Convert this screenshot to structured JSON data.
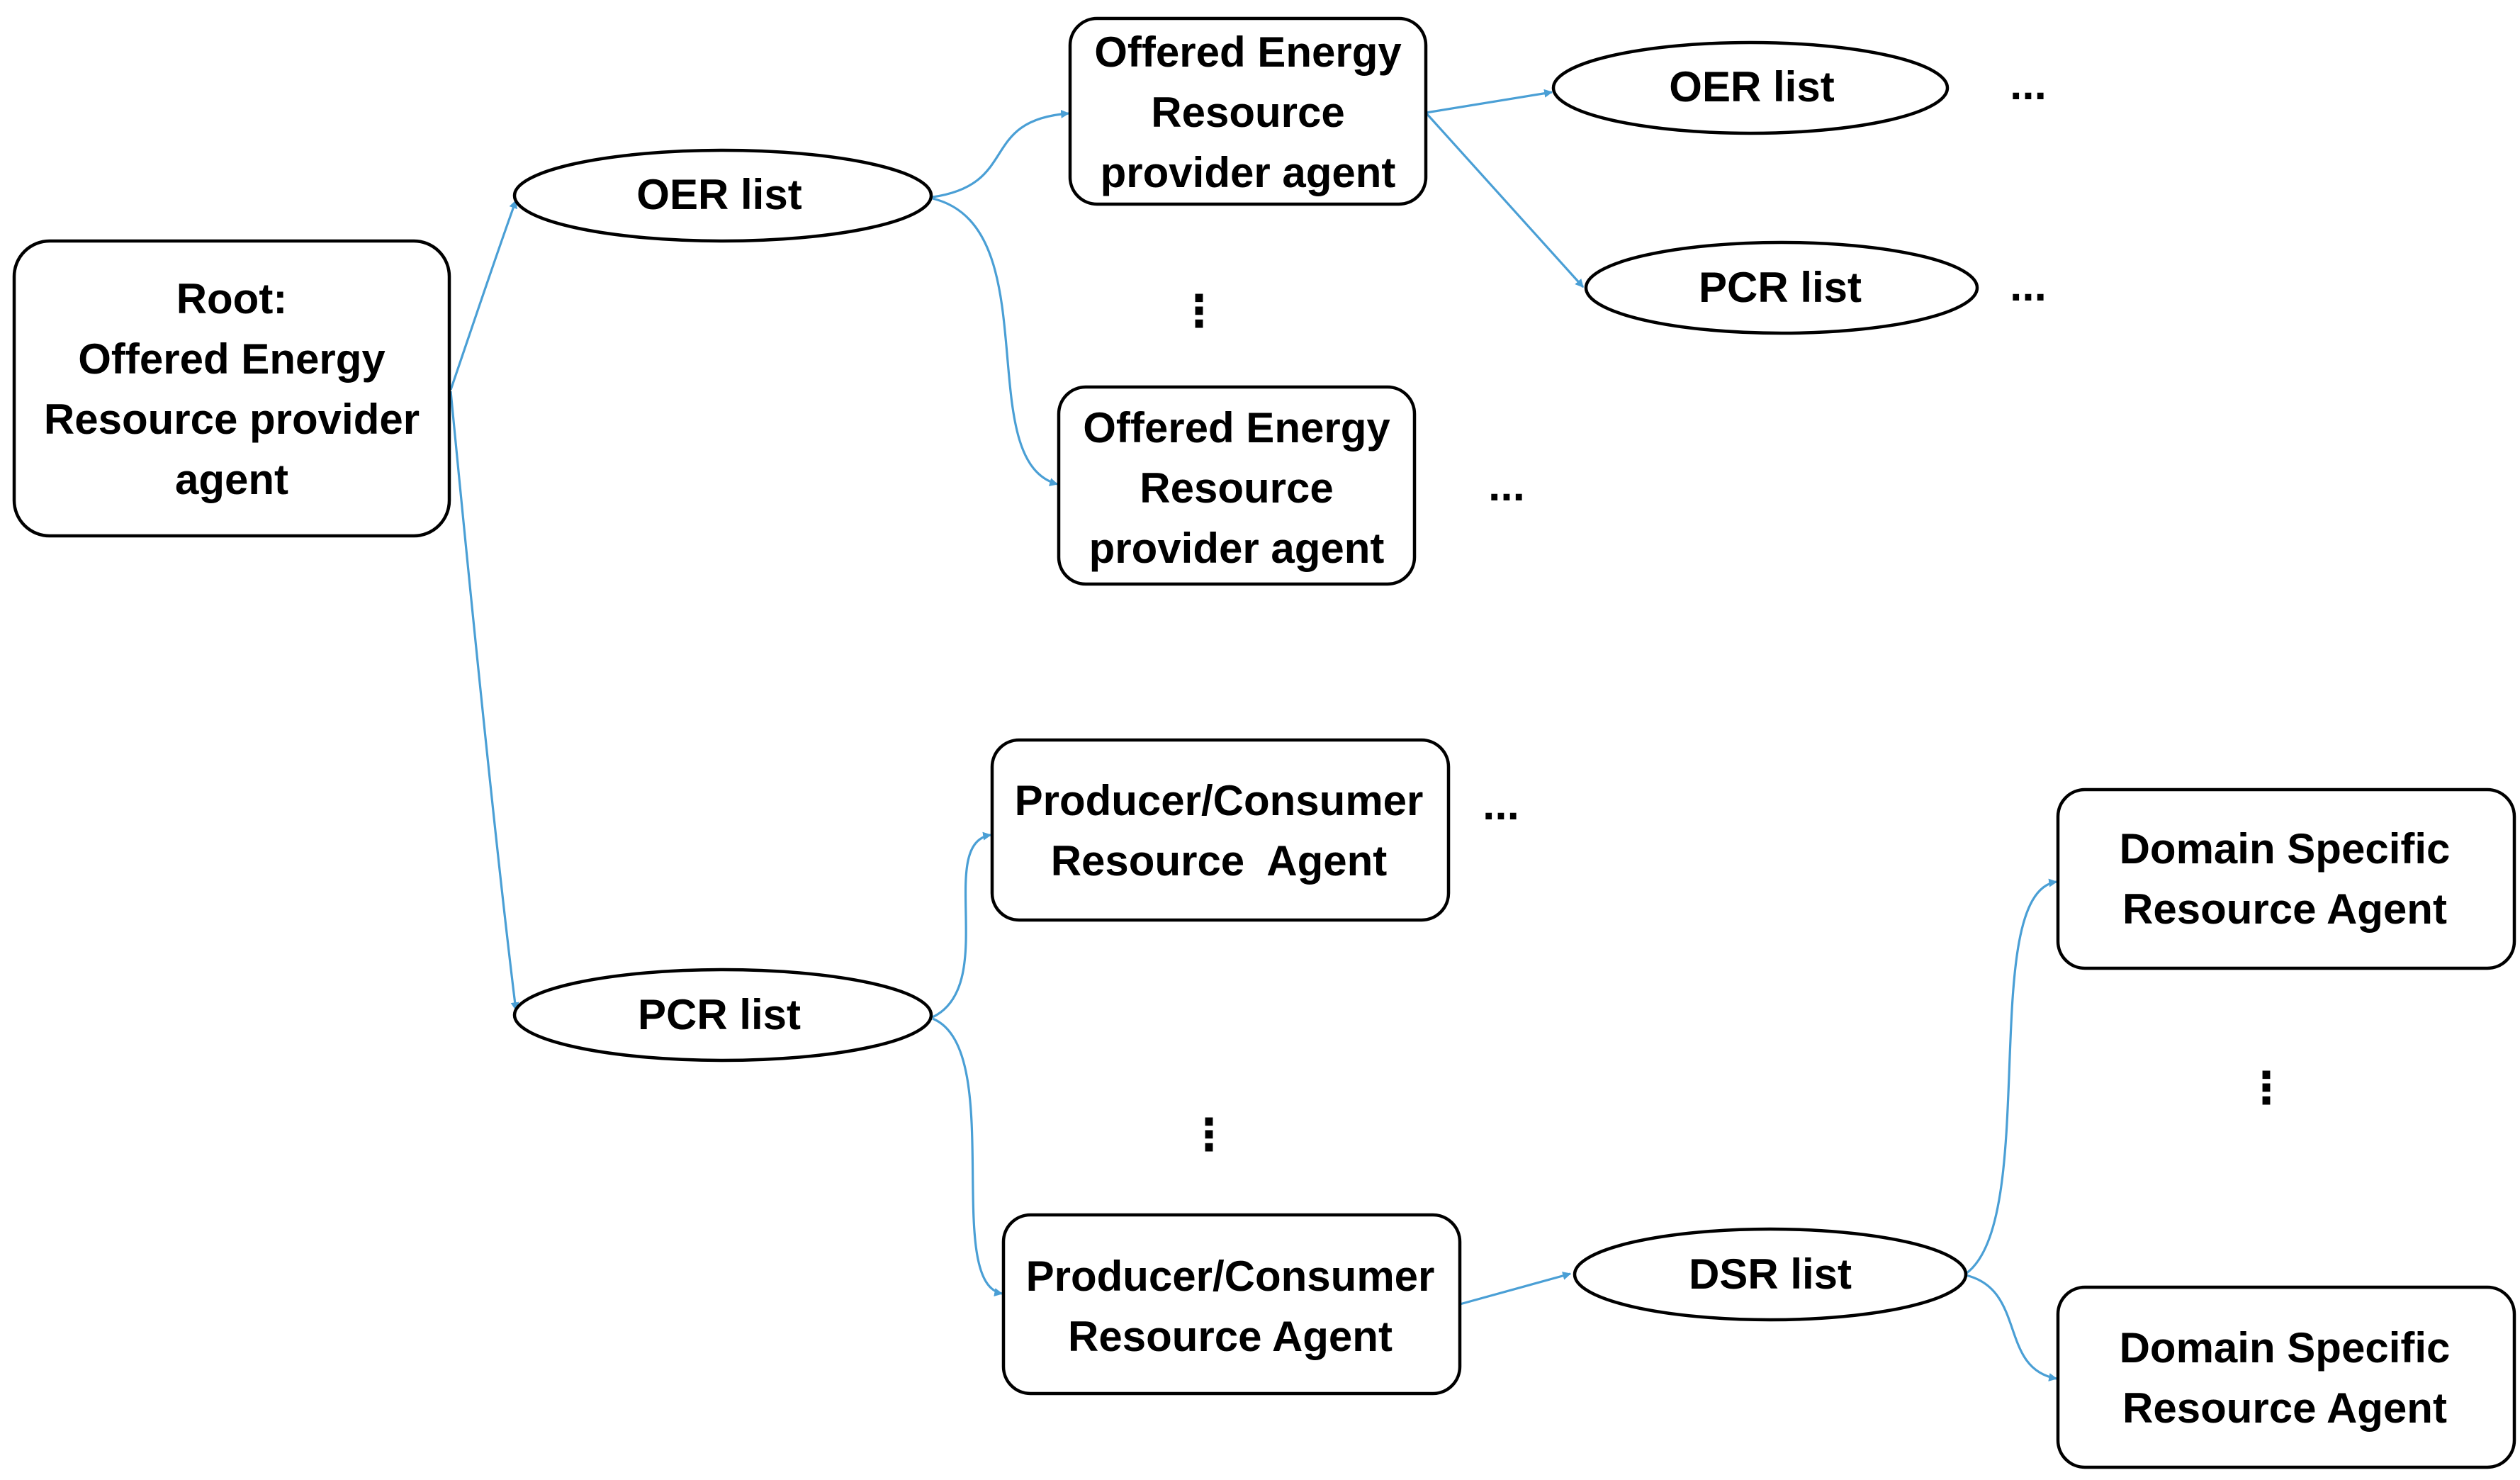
{
  "nodes": {
    "root": {
      "lines": [
        "Root:",
        "Offered Energy",
        "Resource provider",
        "agent"
      ]
    },
    "oer_list_1": {
      "label": "OER list"
    },
    "pcr_list_1": {
      "label": "PCR list"
    },
    "oer_agent_a": {
      "lines": [
        "Offered Energy",
        "Resource",
        "provider agent"
      ]
    },
    "oer_agent_b": {
      "lines": [
        "Offered Energy",
        "Resource",
        "provider agent"
      ]
    },
    "oer_list_2": {
      "label": "OER list"
    },
    "pcr_list_2": {
      "label": "PCR list"
    },
    "pc_agent_a": {
      "lines": [
        "Producer/Consumer",
        "Resource  Agent"
      ]
    },
    "pc_agent_b": {
      "lines": [
        "Producer/Consumer",
        "Resource Agent"
      ]
    },
    "dsr_list": {
      "label": "DSR list"
    },
    "ds_agent_a": {
      "lines": [
        "Domain Specific",
        "Resource Agent"
      ]
    },
    "ds_agent_b": {
      "lines": [
        "Domain Specific",
        "Resource Agent"
      ]
    }
  },
  "ellipses": {
    "h": "...",
    "v": "⋮"
  },
  "colors": {
    "edge": "#4a9fd5",
    "border": "#000000",
    "background": "#ffffff"
  }
}
